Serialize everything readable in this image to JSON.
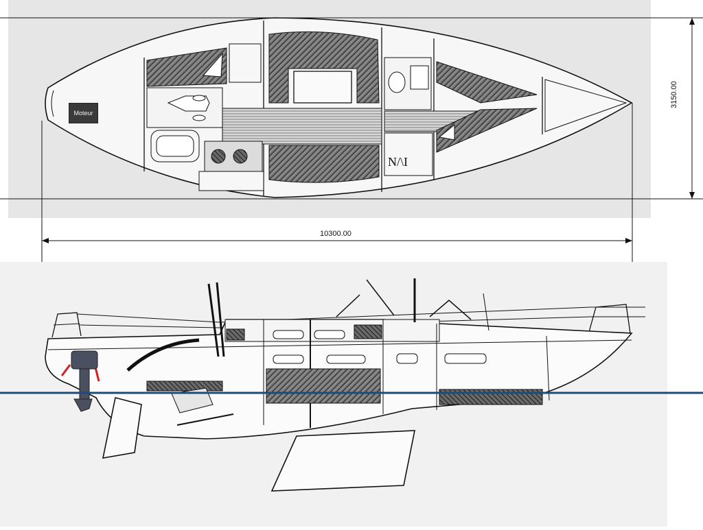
{
  "dimensions": {
    "length_value": "10300.00",
    "beam_value": "3150.00"
  },
  "engine_label": "Moteur",
  "cabin_mark": "N/\\I",
  "colors": {
    "plan_background": "#e6e6e6",
    "profile_background": "#f1f1f1",
    "hull_line": "#111111",
    "hatch_fill": "#555555",
    "waterline": "#1f4a7a",
    "engine_box": "#3a3a3a",
    "outboard_body": "#4a5060",
    "outboard_bracket": "#d01f1f"
  }
}
